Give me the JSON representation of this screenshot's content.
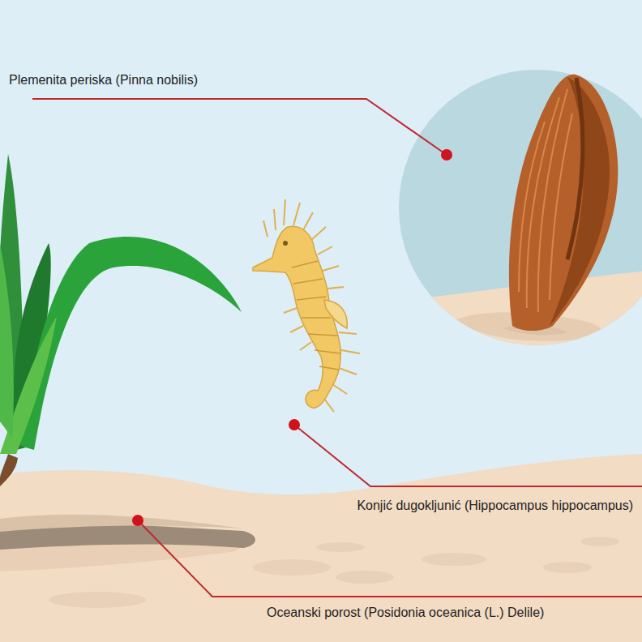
{
  "diagram": {
    "labels": [
      "Plemenita periska (Pinna nobilis)",
      "Konjić dugokljunić (Hippocampus hippocampus)",
      "Oceanski porost (Posidonia oceanica (L.) Delile)"
    ]
  }
}
